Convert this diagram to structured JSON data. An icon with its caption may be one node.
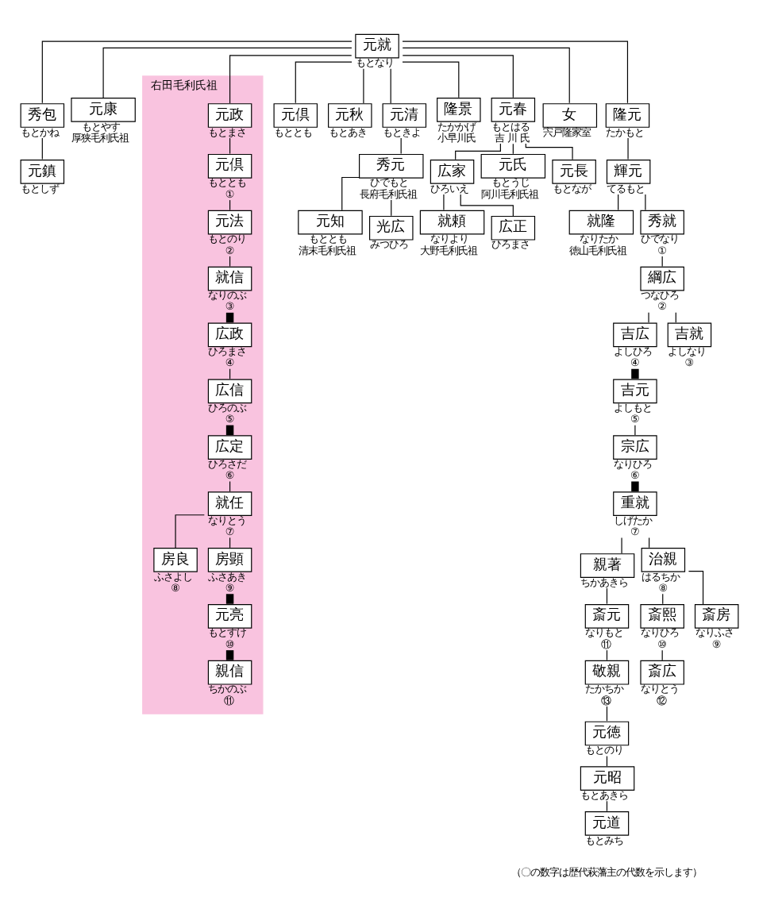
{
  "diagram": {
    "nodes": [
      {
        "text": [
          "元就"
        ],
        "beside": [
          "もとなり"
        ]
      },
      {
        "text": [
          "秀包"
        ],
        "beside": [
          "もとかね"
        ]
      },
      {
        "text": [
          "元鎮"
        ],
        "beside": [
          "もとしず"
        ]
      },
      {
        "text": [
          "元康"
        ],
        "beside": [
          "もとやす",
          "厚狭毛利氏祖"
        ]
      },
      {
        "text": [
          "右田毛利氏祖"
        ]
      },
      {
        "text": [
          "元政"
        ],
        "beside": [
          "もとまさ"
        ],
        "in": 4
      },
      {
        "text": [
          "元倶"
        ],
        "beside": [
          "もととも",
          "①"
        ],
        "in": 4
      },
      {
        "text": [
          "元法"
        ],
        "beside": [
          "もとのり",
          "②"
        ],
        "in": 4
      },
      {
        "text": [
          "就信"
        ],
        "beside": [
          "なりのぶ",
          "③"
        ],
        "in": 4
      },
      {
        "text": [
          "広政"
        ],
        "beside": [
          "ひろまさ",
          "④"
        ],
        "in": 4
      },
      {
        "text": [
          "広信"
        ],
        "beside": [
          "ひろのぶ",
          "⑤"
        ],
        "in": 4
      },
      {
        "text": [
          "広定"
        ],
        "beside": [
          "ひろさだ",
          "⑥"
        ],
        "in": 4
      },
      {
        "text": [
          "就任"
        ],
        "beside": [
          "なりとう",
          "⑦"
        ],
        "in": 4
      },
      {
        "text": [
          "房良"
        ],
        "beside": [
          "ふさよし",
          "⑧"
        ],
        "in": 4
      },
      {
        "text": [
          "房顕"
        ],
        "beside": [
          "ふさあき",
          "⑨"
        ],
        "in": 4
      },
      {
        "text": [
          "元亮"
        ],
        "beside": [
          "もとすけ",
          "⑩"
        ],
        "in": 4
      },
      {
        "text": [
          "親信"
        ],
        "beside": [
          "ちかのぶ",
          "⑪"
        ],
        "in": 4
      },
      {
        "text": [
          "元倶"
        ],
        "beside": [
          "もととも"
        ]
      },
      {
        "text": [
          "元秋"
        ],
        "beside": [
          "もとあき"
        ]
      },
      {
        "text": [
          "元清"
        ],
        "beside": [
          "もときよ"
        ]
      },
      {
        "text": [
          "秀元"
        ],
        "beside": [
          "ひでもと",
          "長府毛利氏祖"
        ]
      },
      {
        "text": [
          "元知"
        ],
        "beside": [
          "もととも",
          "清末毛利氏祖"
        ]
      },
      {
        "text": [
          "光広"
        ],
        "beside": [
          "みつひろ"
        ]
      },
      {
        "text": [
          "隆景"
        ],
        "beside": [
          "たかかげ",
          "小早川氏"
        ]
      },
      {
        "text": [
          "元春"
        ],
        "beside": [
          "もとはる",
          "吉 川 氏"
        ]
      },
      {
        "text": [
          "広家"
        ],
        "beside": [
          "ひろいえ"
        ]
      },
      {
        "text": [
          "元氏"
        ],
        "beside": [
          "もとうじ",
          "阿川毛利氏祖"
        ]
      },
      {
        "text": [
          "元長"
        ],
        "beside": [
          "もとなが"
        ]
      },
      {
        "text": [
          "就頼"
        ],
        "beside": [
          "なりより",
          "大野毛利氏祖"
        ]
      },
      {
        "text": [
          "広正"
        ],
        "beside": [
          "ひろまさ"
        ]
      },
      {
        "text": [
          "女"
        ],
        "beside": [
          "宍戸隆家室"
        ]
      },
      {
        "text": [
          "隆元"
        ],
        "beside": [
          "たかもと"
        ]
      },
      {
        "text": [
          "輝元"
        ],
        "beside": [
          "てるもと"
        ]
      },
      {
        "text": [
          "就隆"
        ],
        "beside": [
          "なりたか",
          "徳山毛利氏祖"
        ]
      },
      {
        "text": [
          "秀就"
        ],
        "beside": [
          "ひでなり",
          "①"
        ]
      },
      {
        "text": [
          "綱広"
        ],
        "beside": [
          "つなひろ",
          "②"
        ]
      },
      {
        "text": [
          "吉広"
        ],
        "beside": [
          "よしひろ",
          "④"
        ]
      },
      {
        "text": [
          "吉就"
        ],
        "beside": [
          "よしなり",
          "③"
        ]
      },
      {
        "text": [
          "吉元"
        ],
        "beside": [
          "よしもと",
          "⑤"
        ]
      },
      {
        "text": [
          "宗広"
        ],
        "beside": [
          "なりひろ",
          "⑥"
        ]
      },
      {
        "text": [
          "重就"
        ],
        "beside": [
          "しげたか",
          "⑦"
        ]
      },
      {
        "text": [
          "元徳"
        ],
        "beside": [
          "もとのり"
        ]
      },
      {
        "text": [
          "元昭"
        ],
        "beside": [
          "もとあきら"
        ]
      },
      {
        "text": [
          "元道"
        ],
        "beside": [
          "もとみち"
        ]
      },
      {
        "text": [
          "親著"
        ],
        "beside": [
          "ちかあきら"
        ]
      },
      {
        "text": [
          "治親"
        ],
        "beside": [
          "はるちか",
          "⑧"
        ]
      },
      {
        "text": [
          "斎元"
        ],
        "beside": [
          "なりもと",
          "⑪"
        ]
      },
      {
        "text": [
          "斎熙"
        ],
        "beside": [
          "なりひろ",
          "⑩"
        ]
      },
      {
        "text": [
          "斎房"
        ],
        "beside": [
          "なりふさ",
          "⑨"
        ]
      },
      {
        "text": [
          "敬親"
        ],
        "beside": [
          "たかちか",
          "⑬"
        ]
      },
      {
        "text": [
          "斎広"
        ],
        "beside": [
          "なりとう",
          "⑫"
        ]
      }
    ],
    "edges": [
      {
        "from": 0,
        "to": 1,
        "arrow": "none"
      },
      {
        "from": 0,
        "to": 3,
        "arrow": "none"
      },
      {
        "from": 0,
        "to": 5,
        "arrow": "none"
      },
      {
        "from": 0,
        "to": 17,
        "arrow": "none"
      },
      {
        "from": 0,
        "to": 18,
        "arrow": "none"
      },
      {
        "from": 0,
        "to": 19,
        "arrow": "none"
      },
      {
        "from": 0,
        "to": 23,
        "arrow": "none"
      },
      {
        "from": 0,
        "to": 24,
        "arrow": "none"
      },
      {
        "from": 0,
        "to": 30,
        "arrow": "none"
      },
      {
        "from": 0,
        "to": 31,
        "arrow": "none"
      },
      {
        "from": 1,
        "to": 2,
        "arrow": "none"
      },
      {
        "from": 5,
        "to": 6,
        "arrow": "none"
      },
      {
        "from": 6,
        "to": 7,
        "arrow": "none"
      },
      {
        "from": 7,
        "to": 8,
        "arrow": "none"
      },
      {
        "from": 8,
        "to": 9,
        "arrow": "none",
        "style": "thick"
      },
      {
        "from": 9,
        "to": 10,
        "arrow": "none"
      },
      {
        "from": 10,
        "to": 11,
        "arrow": "none",
        "style": "thick"
      },
      {
        "from": 11,
        "to": 12,
        "arrow": "none"
      },
      {
        "from": 12,
        "to": 13,
        "arrow": "none"
      },
      {
        "from": 12,
        "to": 14,
        "arrow": "none"
      },
      {
        "from": 14,
        "to": 15,
        "arrow": "none",
        "style": "thick"
      },
      {
        "from": 15,
        "to": 16,
        "arrow": "none",
        "style": "thick"
      },
      {
        "from": 19,
        "to": 20,
        "arrow": "none"
      },
      {
        "from": 20,
        "to": 21,
        "arrow": "none"
      },
      {
        "from": 20,
        "to": 22,
        "arrow": "none"
      },
      {
        "from": 24,
        "to": 25,
        "arrow": "none"
      },
      {
        "from": 24,
        "to": 26,
        "arrow": "none"
      },
      {
        "from": 24,
        "to": 27,
        "arrow": "none"
      },
      {
        "from": 25,
        "to": 28,
        "arrow": "none"
      },
      {
        "from": 25,
        "to": 29,
        "arrow": "none"
      },
      {
        "from": 31,
        "to": 32,
        "arrow": "none"
      },
      {
        "from": 32,
        "to": 33,
        "arrow": "none"
      },
      {
        "from": 32,
        "to": 34,
        "arrow": "none"
      },
      {
        "from": 34,
        "to": 35,
        "arrow": "none"
      },
      {
        "from": 35,
        "to": 36,
        "arrow": "none"
      },
      {
        "from": 35,
        "to": 37,
        "arrow": "none"
      },
      {
        "from": 36,
        "to": 38,
        "arrow": "none",
        "style": "thick"
      },
      {
        "from": 38,
        "to": 39,
        "arrow": "none"
      },
      {
        "from": 39,
        "to": 40,
        "arrow": "none",
        "style": "thick"
      },
      {
        "from": 40,
        "to": 44,
        "arrow": "none"
      },
      {
        "from": 40,
        "to": 45,
        "arrow": "none"
      },
      {
        "from": 45,
        "to": 47,
        "arrow": "none"
      },
      {
        "from": 45,
        "to": 48,
        "arrow": "none"
      },
      {
        "from": 47,
        "to": 50,
        "arrow": "none"
      },
      {
        "from": 44,
        "to": 46,
        "arrow": "none"
      },
      {
        "from": 46,
        "to": 49,
        "arrow": "none"
      },
      {
        "from": 49,
        "to": 41,
        "arrow": "none"
      },
      {
        "from": 41,
        "to": 42,
        "arrow": "none"
      },
      {
        "from": 42,
        "to": 43,
        "arrow": "none"
      }
    ],
    "labels": [
      "（〇の数字は歴代萩藩主の代数を示します）"
    ]
  }
}
